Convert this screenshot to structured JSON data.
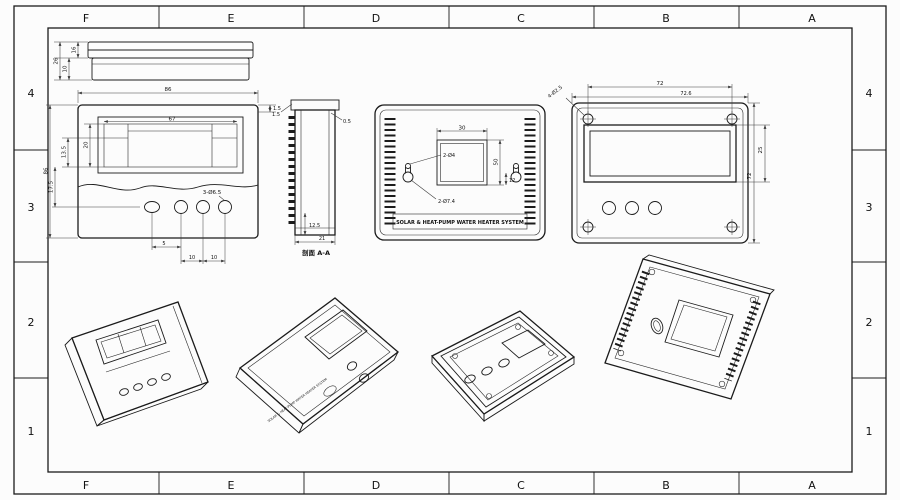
{
  "sheet": {
    "cols": [
      "F",
      "E",
      "D",
      "C",
      "B",
      "A"
    ],
    "rows": [
      "4",
      "3",
      "2",
      "1"
    ]
  },
  "views": {
    "top": {
      "d16": "16",
      "d10": "10",
      "d26": "26"
    },
    "front": {
      "w86": "86",
      "d15": "1.5",
      "d67": "67",
      "d20": "20",
      "d135": "13.5",
      "d175": "17.5",
      "h86": "86",
      "holes": "3-Ø6.5",
      "d5": "5",
      "d10a": "10",
      "d10b": "10"
    },
    "section": {
      "d15": "1.5",
      "d05": "0.5",
      "d125": "12.5",
      "d21": "21",
      "label": "剖面 A-A"
    },
    "back": {
      "d30": "30",
      "hole4": "2-Ø4",
      "hole74": "2-Ø7.4",
      "d50": "50",
      "d12": "12",
      "brand": "SOLAR & HEAT-PUMP WATER HEATER SYSTEM"
    },
    "panel": {
      "screws": "4-Ø2.5",
      "d72t": "72",
      "d726": "72.6",
      "d72s": "72",
      "d25": "25"
    }
  }
}
